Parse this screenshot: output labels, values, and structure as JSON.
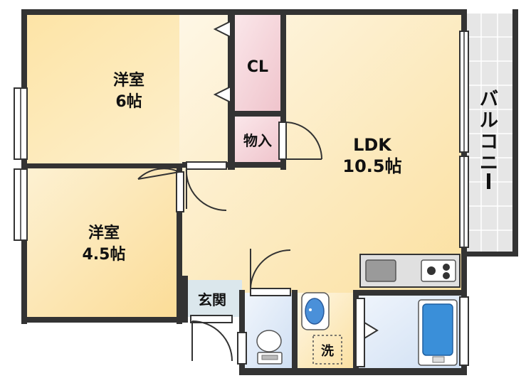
{
  "rooms": {
    "western_a": {
      "name": "洋室",
      "size": "6帖"
    },
    "western_b": {
      "name": "洋室",
      "size": "4.5帖"
    },
    "closet": "CL",
    "storage": "物入",
    "ldk": {
      "name": "LDK",
      "size": "10.5帖"
    },
    "entrance": "玄関",
    "laundry": "洗",
    "balcony": [
      "バ",
      "ル",
      "コ",
      "ニ",
      "ー"
    ]
  },
  "colors": {
    "wall": "#333333",
    "room_fill": "#fce7b4",
    "closet_fill": "#f7d7dc",
    "wet_fill": "#dfe9f7",
    "entrance_fill": "#dbe7ec",
    "balcony_fill": "#e6e6e6"
  }
}
